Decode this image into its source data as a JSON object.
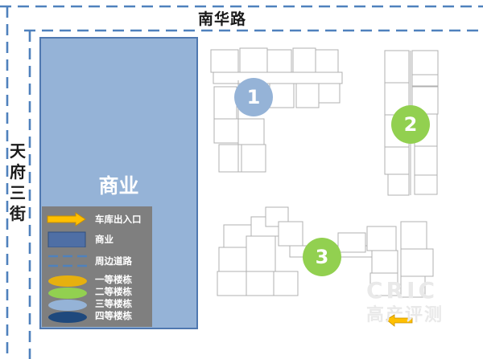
{
  "roads": {
    "north": "南华路",
    "west": "天府三街"
  },
  "commercial_label": "商业",
  "legend": {
    "items": [
      {
        "label": "车库出入口",
        "symbol": "arrow",
        "color": "#ffc000"
      },
      {
        "label": "商业",
        "symbol": "rect",
        "color": "#4f6fa5"
      },
      {
        "label": "周边道路",
        "symbol": "dashed-road",
        "color": "#4f81bd"
      },
      {
        "label": "一等楼栋",
        "symbol": "ellipse",
        "color": "#e6b00f"
      },
      {
        "label": "二等楼栋",
        "symbol": "ellipse",
        "color": "#92d050"
      },
      {
        "label": "三等楼栋",
        "symbol": "ellipse",
        "color": "#95b3d7"
      },
      {
        "label": "四等楼栋",
        "symbol": "ellipse",
        "color": "#1f497d"
      }
    ]
  },
  "buildings": [
    {
      "number": "1",
      "color": "#95b3d7"
    },
    {
      "number": "2",
      "color": "#92d050"
    },
    {
      "number": "3",
      "color": "#92d050"
    }
  ],
  "watermark": {
    "brand": "CRIC",
    "subtitle": "高产评测"
  },
  "entrance_icon": "garage-entrance-arrow-icon"
}
